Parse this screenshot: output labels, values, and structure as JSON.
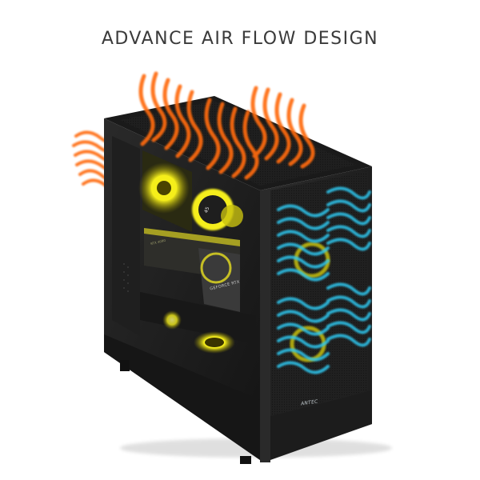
{
  "headline": "ADVANCE AIR FLOW DESIGN",
  "product": {
    "brand_mark": "ANTEC",
    "gpu_label": "GEFORCE RTX",
    "gpu_model": "RTX 4090",
    "aio_display": "45"
  },
  "colors": {
    "background": "#ffffff",
    "headline": "#3a3a3a",
    "case_body": "#1c1c1c",
    "exhaust_heat": "#ff6a10",
    "intake_cool": "#2ec8f0",
    "fan_glow": "#f5ee1a"
  },
  "airflow": {
    "exhaust": [
      "top",
      "rear"
    ],
    "intake": [
      "front"
    ]
  }
}
